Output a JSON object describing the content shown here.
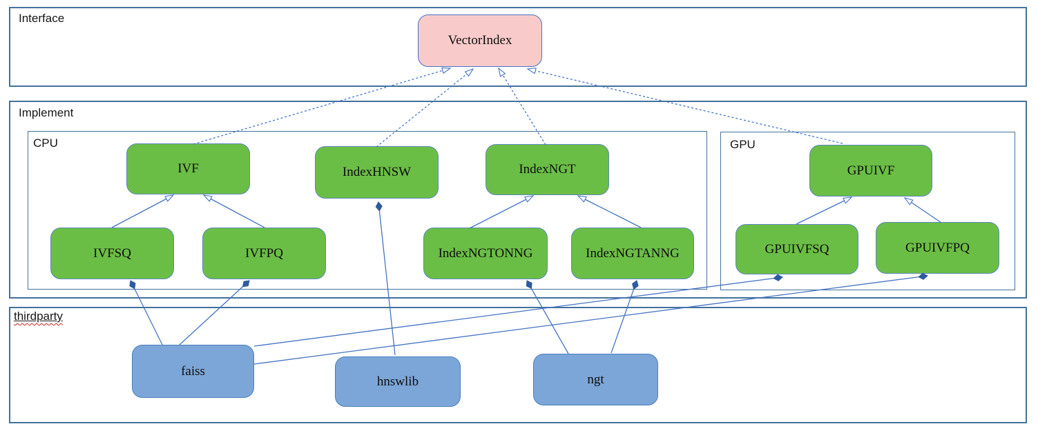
{
  "diagram": {
    "groups": {
      "interface": {
        "label": "Interface"
      },
      "implement": {
        "label": "Implement"
      },
      "cpu": {
        "label": "CPU"
      },
      "gpu": {
        "label": "GPU"
      },
      "thirdparty": {
        "label": "thirdparty"
      }
    },
    "nodes": [
      {
        "id": "VectorIndex",
        "label": "VectorIndex",
        "group": "interface",
        "kind": "interface"
      },
      {
        "id": "IVF",
        "label": "IVF",
        "group": "cpu",
        "kind": "implementation"
      },
      {
        "id": "IndexHNSW",
        "label": "IndexHNSW",
        "group": "cpu",
        "kind": "implementation"
      },
      {
        "id": "IndexNGT",
        "label": "IndexNGT",
        "group": "cpu",
        "kind": "implementation"
      },
      {
        "id": "IVFSQ",
        "label": "IVFSQ",
        "group": "cpu",
        "kind": "implementation"
      },
      {
        "id": "IVFPQ",
        "label": "IVFPQ",
        "group": "cpu",
        "kind": "implementation"
      },
      {
        "id": "IndexNGTONNG",
        "label": "IndexNGTONNG",
        "group": "cpu",
        "kind": "implementation"
      },
      {
        "id": "IndexNGTANNG",
        "label": "IndexNGTANNG",
        "group": "cpu",
        "kind": "implementation"
      },
      {
        "id": "GPUIVF",
        "label": "GPUIVF",
        "group": "gpu",
        "kind": "implementation"
      },
      {
        "id": "GPUIVFSQ",
        "label": "GPUIVFSQ",
        "group": "gpu",
        "kind": "implementation"
      },
      {
        "id": "GPUIVFPQ",
        "label": "GPUIVFPQ",
        "group": "gpu",
        "kind": "implementation"
      },
      {
        "id": "faiss",
        "label": "faiss",
        "group": "thirdparty",
        "kind": "thirdparty"
      },
      {
        "id": "hnswlib",
        "label": "hnswlib",
        "group": "thirdparty",
        "kind": "thirdparty"
      },
      {
        "id": "ngt",
        "label": "ngt",
        "group": "thirdparty",
        "kind": "thirdparty"
      }
    ],
    "edges": [
      {
        "from": "IVF",
        "to": "VectorIndex",
        "relation": "realization",
        "line": "dashed",
        "arrow": "hollow-triangle"
      },
      {
        "from": "IndexHNSW",
        "to": "VectorIndex",
        "relation": "realization",
        "line": "dashed",
        "arrow": "hollow-triangle"
      },
      {
        "from": "IndexNGT",
        "to": "VectorIndex",
        "relation": "realization",
        "line": "dashed",
        "arrow": "hollow-triangle"
      },
      {
        "from": "GPUIVF",
        "to": "VectorIndex",
        "relation": "realization",
        "line": "dashed",
        "arrow": "hollow-triangle"
      },
      {
        "from": "IVFSQ",
        "to": "IVF",
        "relation": "generalization",
        "line": "solid",
        "arrow": "hollow-triangle"
      },
      {
        "from": "IVFPQ",
        "to": "IVF",
        "relation": "generalization",
        "line": "solid",
        "arrow": "hollow-triangle"
      },
      {
        "from": "IndexNGTONNG",
        "to": "IndexNGT",
        "relation": "generalization",
        "line": "solid",
        "arrow": "hollow-triangle"
      },
      {
        "from": "IndexNGTANNG",
        "to": "IndexNGT",
        "relation": "generalization",
        "line": "solid",
        "arrow": "hollow-triangle"
      },
      {
        "from": "GPUIVFSQ",
        "to": "GPUIVF",
        "relation": "generalization",
        "line": "solid",
        "arrow": "hollow-triangle"
      },
      {
        "from": "GPUIVFPQ",
        "to": "GPUIVF",
        "relation": "generalization",
        "line": "solid",
        "arrow": "hollow-triangle"
      },
      {
        "from": "faiss",
        "to": "IVFSQ",
        "relation": "composition",
        "line": "solid",
        "arrow": "filled-diamond"
      },
      {
        "from": "faiss",
        "to": "IVFPQ",
        "relation": "composition",
        "line": "solid",
        "arrow": "filled-diamond"
      },
      {
        "from": "hnswlib",
        "to": "IndexHNSW",
        "relation": "composition",
        "line": "solid",
        "arrow": "filled-diamond"
      },
      {
        "from": "ngt",
        "to": "IndexNGTONNG",
        "relation": "composition",
        "line": "solid",
        "arrow": "filled-diamond"
      },
      {
        "from": "ngt",
        "to": "IndexNGTANNG",
        "relation": "composition",
        "line": "solid",
        "arrow": "filled-diamond"
      },
      {
        "from": "faiss",
        "to": "GPUIVFSQ",
        "relation": "composition",
        "line": "solid",
        "arrow": "filled-diamond"
      },
      {
        "from": "faiss",
        "to": "GPUIVFPQ",
        "relation": "composition",
        "line": "solid",
        "arrow": "filled-diamond"
      }
    ],
    "colors": {
      "interface_fill": "#f8cbca",
      "implementation_fill": "#6bbe45",
      "thirdparty_fill": "#7ca6d8",
      "edge_stroke": "#4472c4",
      "container_border": "#41719c",
      "diamond_fill": "#2e5b9e",
      "spellcheck_underline": "#cf2323"
    }
  }
}
